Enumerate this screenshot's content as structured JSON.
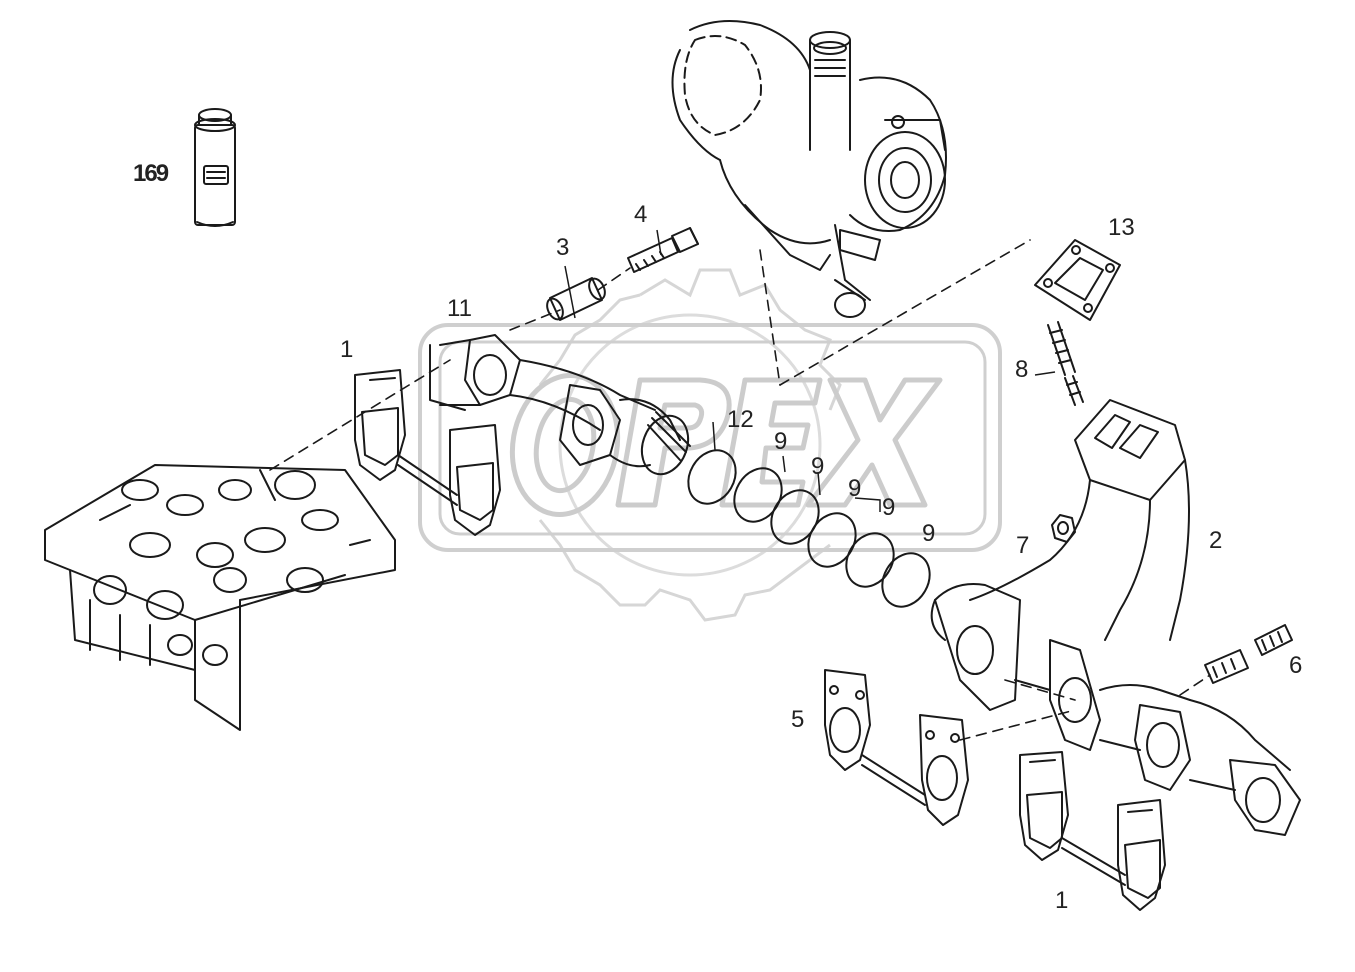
{
  "watermark": {
    "text": "OPEX",
    "style": "gear-logo"
  },
  "callouts": [
    {
      "id": "c169",
      "text": "169"
    },
    {
      "id": "c4",
      "text": "4"
    },
    {
      "id": "c3",
      "text": "3"
    },
    {
      "id": "c13",
      "text": "13"
    },
    {
      "id": "c11",
      "text": "11"
    },
    {
      "id": "c1a",
      "text": "1"
    },
    {
      "id": "c8",
      "text": "8"
    },
    {
      "id": "c12",
      "text": "12"
    },
    {
      "id": "c9a",
      "text": "9"
    },
    {
      "id": "c9b",
      "text": "9"
    },
    {
      "id": "c9c",
      "text": "9"
    },
    {
      "id": "c9d",
      "text": "9"
    },
    {
      "id": "c9e",
      "text": "9"
    },
    {
      "id": "c2",
      "text": "2"
    },
    {
      "id": "c7",
      "text": "7"
    },
    {
      "id": "c6",
      "text": "6"
    },
    {
      "id": "c5",
      "text": "5"
    },
    {
      "id": "c1b",
      "text": "1"
    }
  ],
  "colors": {
    "line": "#1a1a1a",
    "watermark": "#d9d9d9",
    "background": "#ffffff"
  }
}
